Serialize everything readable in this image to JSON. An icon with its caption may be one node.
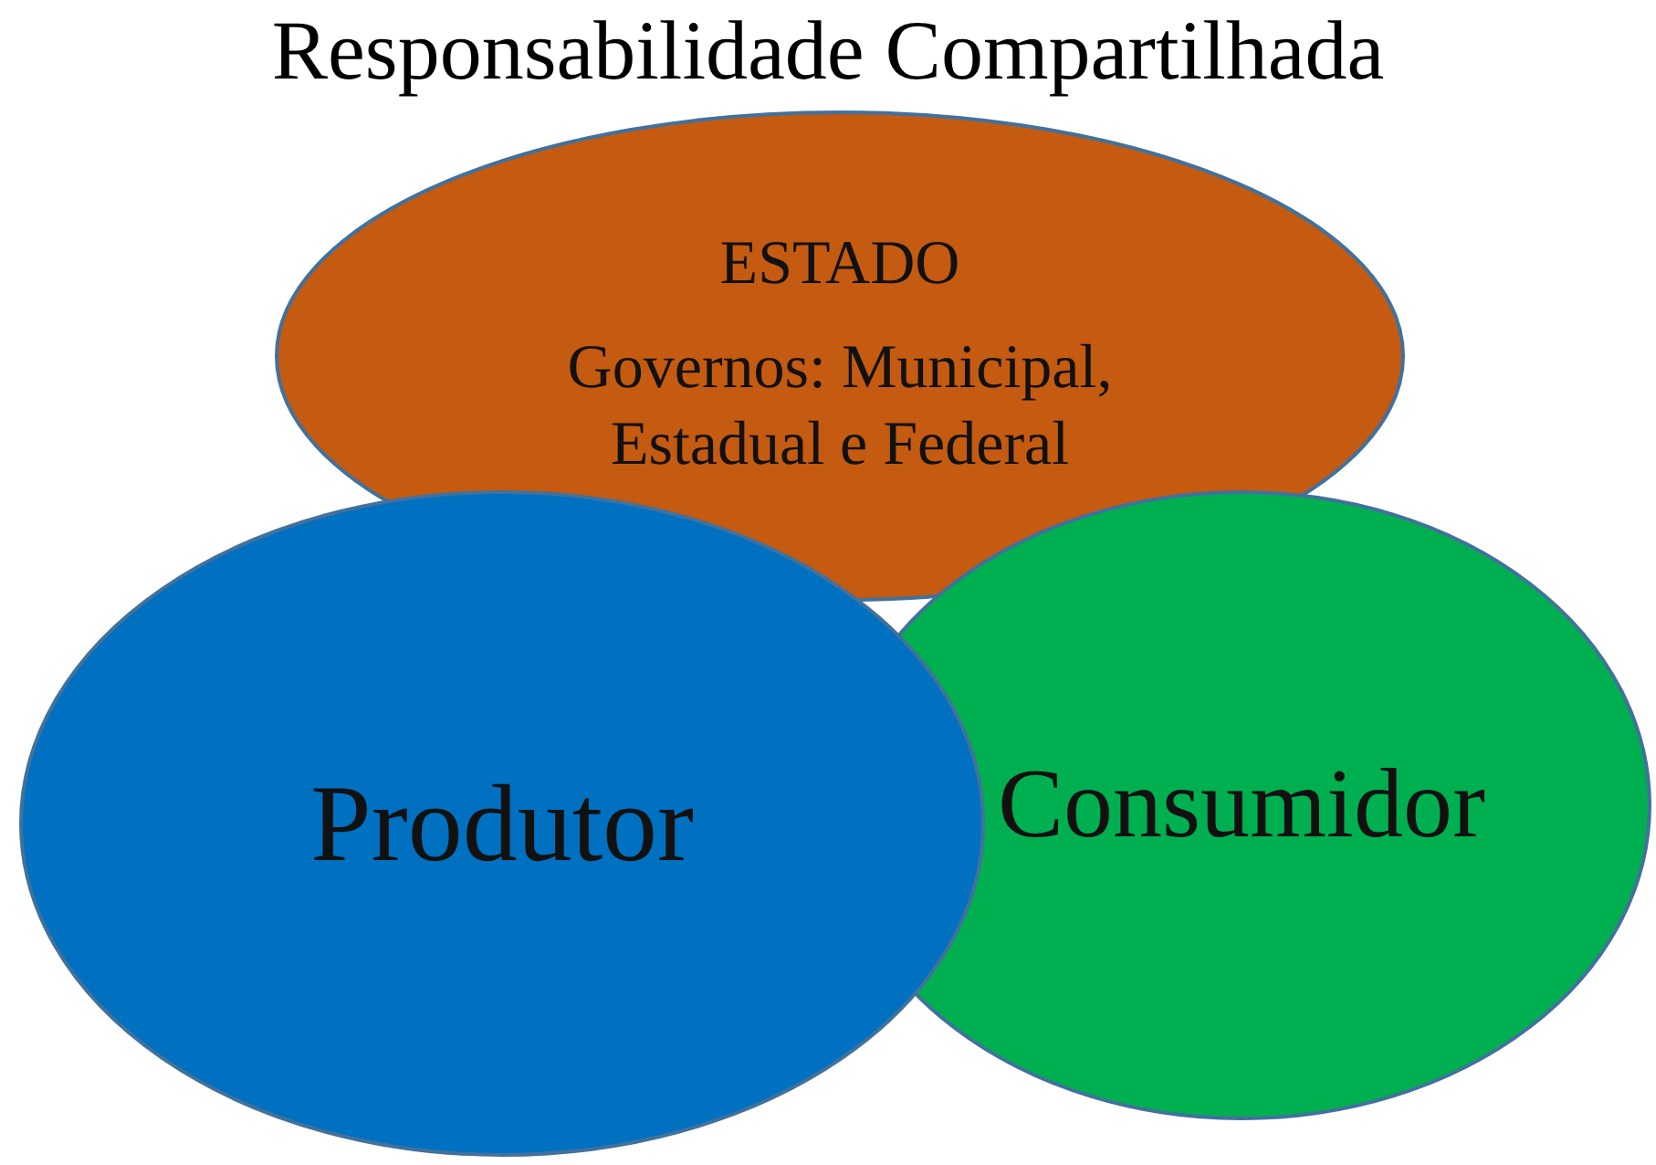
{
  "diagram": {
    "title": "Responsabilidade Compartilhada",
    "nodes": [
      {
        "text": [
          "ESTADO",
          "Governos: Municipal, Estadual e Federal"
        ]
      },
      {
        "text": [
          "Produtor"
        ]
      },
      {
        "text": [
          "Consumidor"
        ]
      }
    ]
  }
}
